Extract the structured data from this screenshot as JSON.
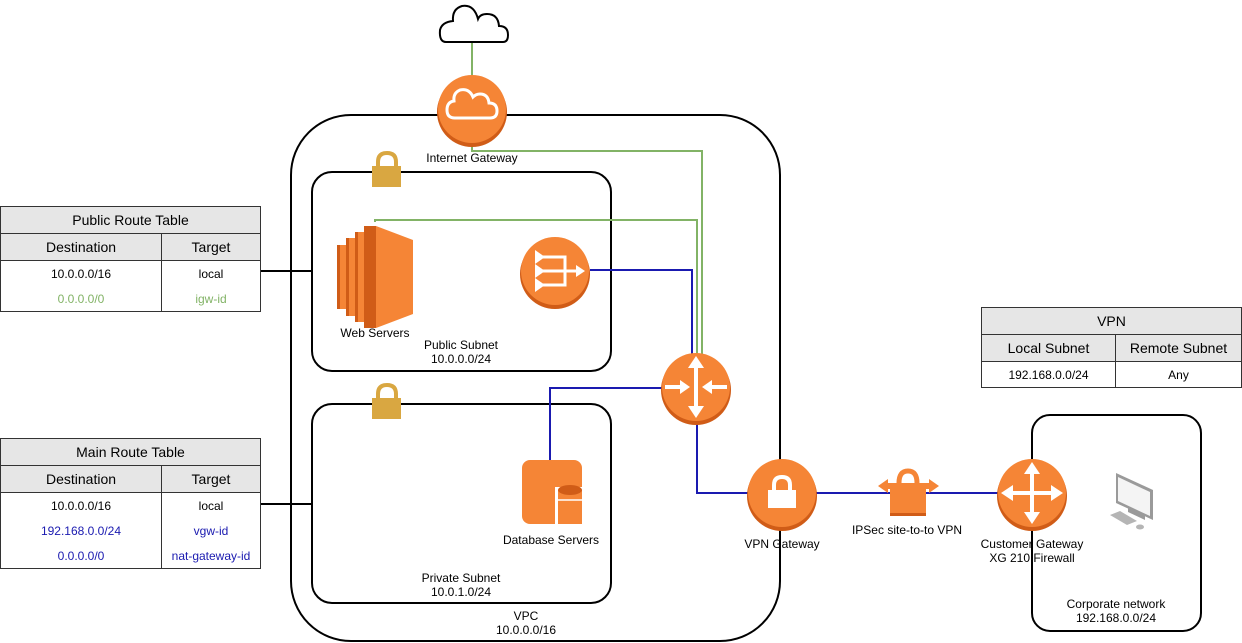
{
  "colors": {
    "aws_orange": "#f58536",
    "aws_orange_dark": "#d05c17",
    "lock_gold": "#d9a741",
    "route_green": "#82b366",
    "route_blue": "#1a1ab0",
    "border": "#000000"
  },
  "labels": {
    "internet_gateway": "Internet Gateway",
    "web_servers": "Web Servers",
    "public_subnet_name": "Public Subnet",
    "public_subnet_cidr": "10.0.0.0/24",
    "private_subnet_name": "Private Subnet",
    "private_subnet_cidr": "10.0.1.0/24",
    "database_servers": "Database Servers",
    "vpc_name": "VPC",
    "vpc_cidr": "10.0.0.0/16",
    "vpn_gateway": "VPN Gateway",
    "ipsec": "IPSec site-to-to VPN",
    "customer_gateway_1": "Customer Gateway",
    "customer_gateway_2": "XG 210 Firewall",
    "corporate_name": "Corporate network",
    "corporate_cidr": "192.168.0.0/24"
  },
  "public_route_table": {
    "title": "Public Route Table",
    "headers": [
      "Destination",
      "Target"
    ],
    "rows": [
      {
        "destination": "10.0.0.0/16",
        "target": "local",
        "style": "default"
      },
      {
        "destination": "0.0.0.0/0",
        "target": "igw-id",
        "style": "green"
      }
    ]
  },
  "main_route_table": {
    "title": "Main Route Table",
    "headers": [
      "Destination",
      "Target"
    ],
    "rows": [
      {
        "destination": "10.0.0.0/16",
        "target": "local",
        "style": "default"
      },
      {
        "destination": "192.168.0.0/24",
        "target": "vgw-id",
        "style": "blue"
      },
      {
        "destination": "0.0.0.0/0",
        "target": "nat-gateway-id",
        "style": "blue"
      }
    ]
  },
  "vpn_table": {
    "title": "VPN",
    "headers": [
      "Local Subnet",
      "Remote Subnet"
    ],
    "rows": [
      {
        "local": "192.168.0.0/24",
        "remote": "Any"
      }
    ]
  }
}
